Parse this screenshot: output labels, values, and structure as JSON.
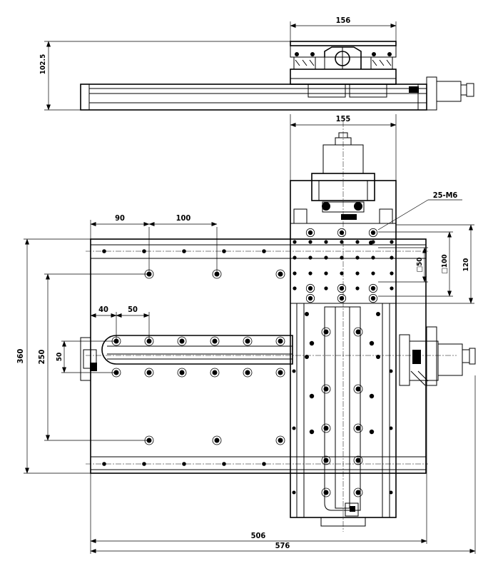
{
  "drawing": {
    "dimensions": {
      "side_width": "156",
      "side_height": "102.5",
      "carriage_width": "155",
      "thread_note": "25-M6",
      "span_90": "90",
      "span_100": "100",
      "span_40": "40",
      "span_50_horizontal": "50",
      "square_50": "□50",
      "square_100": "□100",
      "height_120": "120",
      "height_360": "360",
      "height_250": "250",
      "height_50": "50",
      "length_506": "506",
      "length_576": "576"
    }
  }
}
